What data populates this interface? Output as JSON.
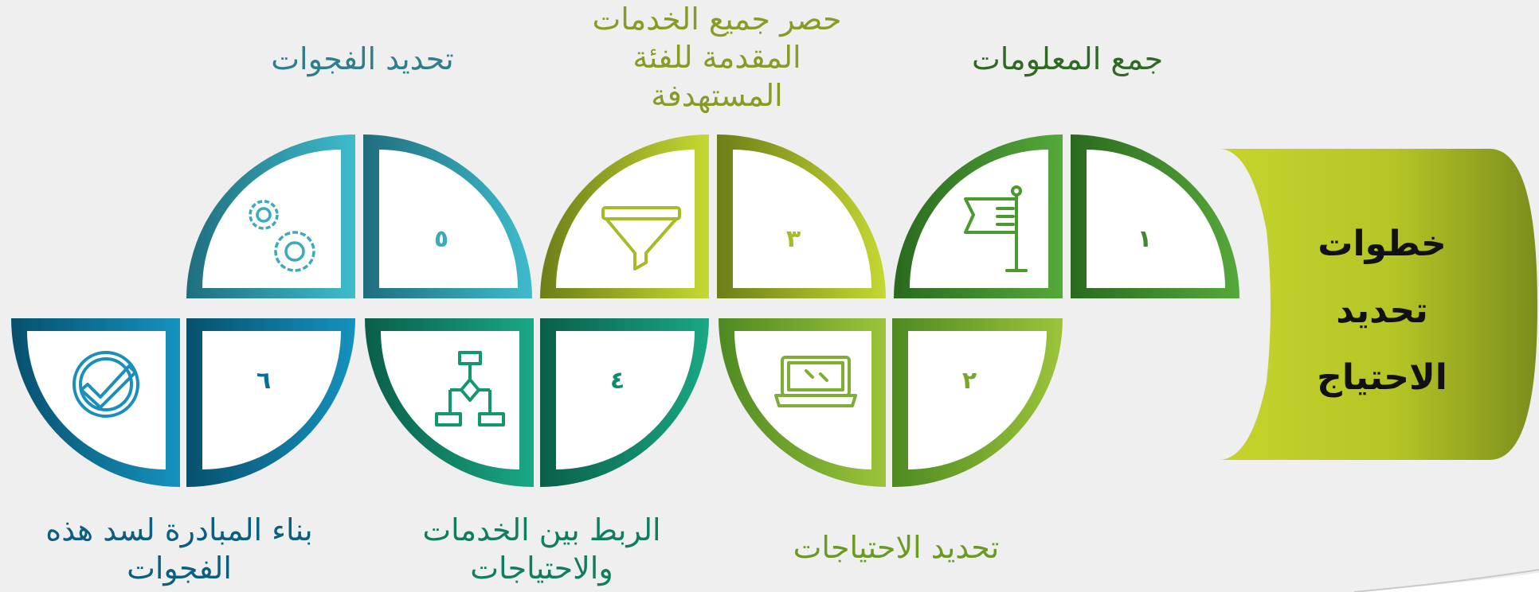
{
  "title_lines": [
    "خطوات",
    "تحديد",
    "الاحتياج"
  ],
  "steps": [
    {
      "number": "١",
      "label_lines": [
        "جمع المعلومات"
      ],
      "color": "#3f7d28",
      "icon": "flag-icon"
    },
    {
      "number": "٢",
      "label_lines": [
        "تحديد الاحتياجات"
      ],
      "color": "#7aa62c",
      "icon": "laptop-icon"
    },
    {
      "number": "٣",
      "label_lines": [
        "حصر جميع الخدمات",
        "المقدمة للفئة",
        "المستهدفة"
      ],
      "color": "#9aad1c",
      "icon": "filter-icon"
    },
    {
      "number": "٤",
      "label_lines": [
        "الربط بين الخدمات",
        "والاحتياجات"
      ],
      "color": "#0f8a6a",
      "icon": "flowchart-icon"
    },
    {
      "number": "٥",
      "label_lines": [
        "تحديد الفجوات"
      ],
      "color": "#2f8a9a",
      "icon": "gears-icon"
    },
    {
      "number": "٦",
      "label_lines": [
        "بناء المبادرة لسد هذه",
        "الفجوات"
      ],
      "color": "#0a6f96",
      "icon": "check-badge-icon"
    }
  ],
  "colors": {
    "background": "#efefef",
    "title_band_light": "#c4d22c",
    "title_band_dark": "#7e8e1e",
    "title_text": "#111111"
  }
}
